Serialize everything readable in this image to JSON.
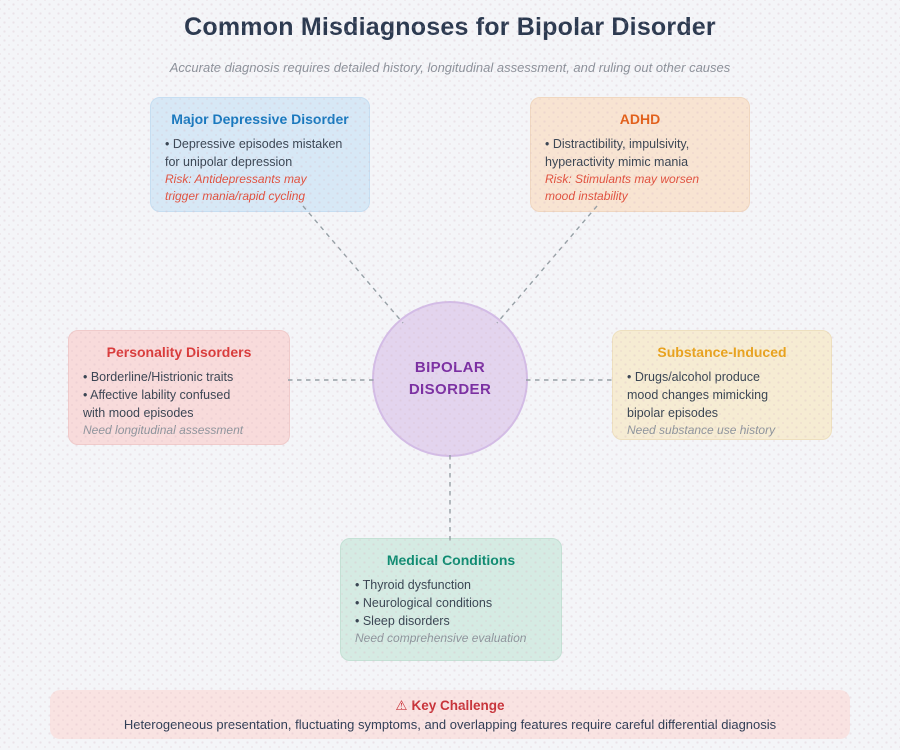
{
  "header": {
    "title": "Common Misdiagnoses for Bipolar Disorder",
    "subtitle": "Accurate diagnosis requires detailed history, longitudinal assessment, and ruling out other causes"
  },
  "center": {
    "label_line1": "BIPOLAR",
    "label_line2": "DISORDER",
    "text_color": "#7b2fa2",
    "bg_color": "#e3d4ee"
  },
  "boxes": [
    {
      "id": "major-depressive-disorder",
      "title": "Major Depressive Disorder",
      "accent_color": "#1878be",
      "bg_color": "#d7e8f6",
      "lines": [
        "• Depressive episodes mistaken",
        "for unipolar depression"
      ],
      "note_lines": [
        "Risk: Antidepressants may",
        "trigger mania/rapid cycling"
      ],
      "note_type": "risk"
    },
    {
      "id": "adhd",
      "title": "ADHD",
      "accent_color": "#e2601a",
      "bg_color": "#f8e4d2",
      "lines": [
        "• Distractibility, impulsivity,",
        "hyperactivity mimic mania"
      ],
      "note_lines": [
        "Risk: Stimulants may worsen",
        "mood instability"
      ],
      "note_type": "risk"
    },
    {
      "id": "personality-disorders",
      "title": "Personality Disorders",
      "accent_color": "#d93b3b",
      "bg_color": "#f8dbdb",
      "lines": [
        "• Borderline/Histrionic traits",
        "• Affective lability confused",
        "with mood episodes"
      ],
      "note_lines": [
        "Need longitudinal assessment"
      ],
      "note_type": "need"
    },
    {
      "id": "substance-induced",
      "title": "Substance-Induced",
      "accent_color": "#e8a21d",
      "bg_color": "#f6ecd3",
      "lines": [
        "• Drugs/alcohol produce",
        "mood changes mimicking",
        "bipolar episodes"
      ],
      "note_lines": [
        "Need substance use history"
      ],
      "note_type": "need"
    },
    {
      "id": "medical-conditions",
      "title": "Medical Conditions",
      "accent_color": "#0e8b71",
      "bg_color": "#d5ebe3",
      "lines": [
        "• Thyroid dysfunction",
        "• Neurological conditions",
        "• Sleep disorders"
      ],
      "note_lines": [
        "Need comprehensive evaluation"
      ],
      "note_type": "need"
    }
  ],
  "banner": {
    "icon": "⚠",
    "title": "Key Challenge",
    "text": "Heterogeneous presentation, fluctuating symptoms, and overlapping features require careful differential diagnosis",
    "accent_color": "#c8333a",
    "bg_color": "#f9e3e2"
  },
  "colors": {
    "page_background": "#f4f5f8",
    "title_text": "#2c3a50",
    "subtitle_text": "#8c919a",
    "body_text": "#3a4553",
    "risk_note": "#e0513f",
    "need_note": "#8e949c",
    "connector": "#96a0a6"
  }
}
